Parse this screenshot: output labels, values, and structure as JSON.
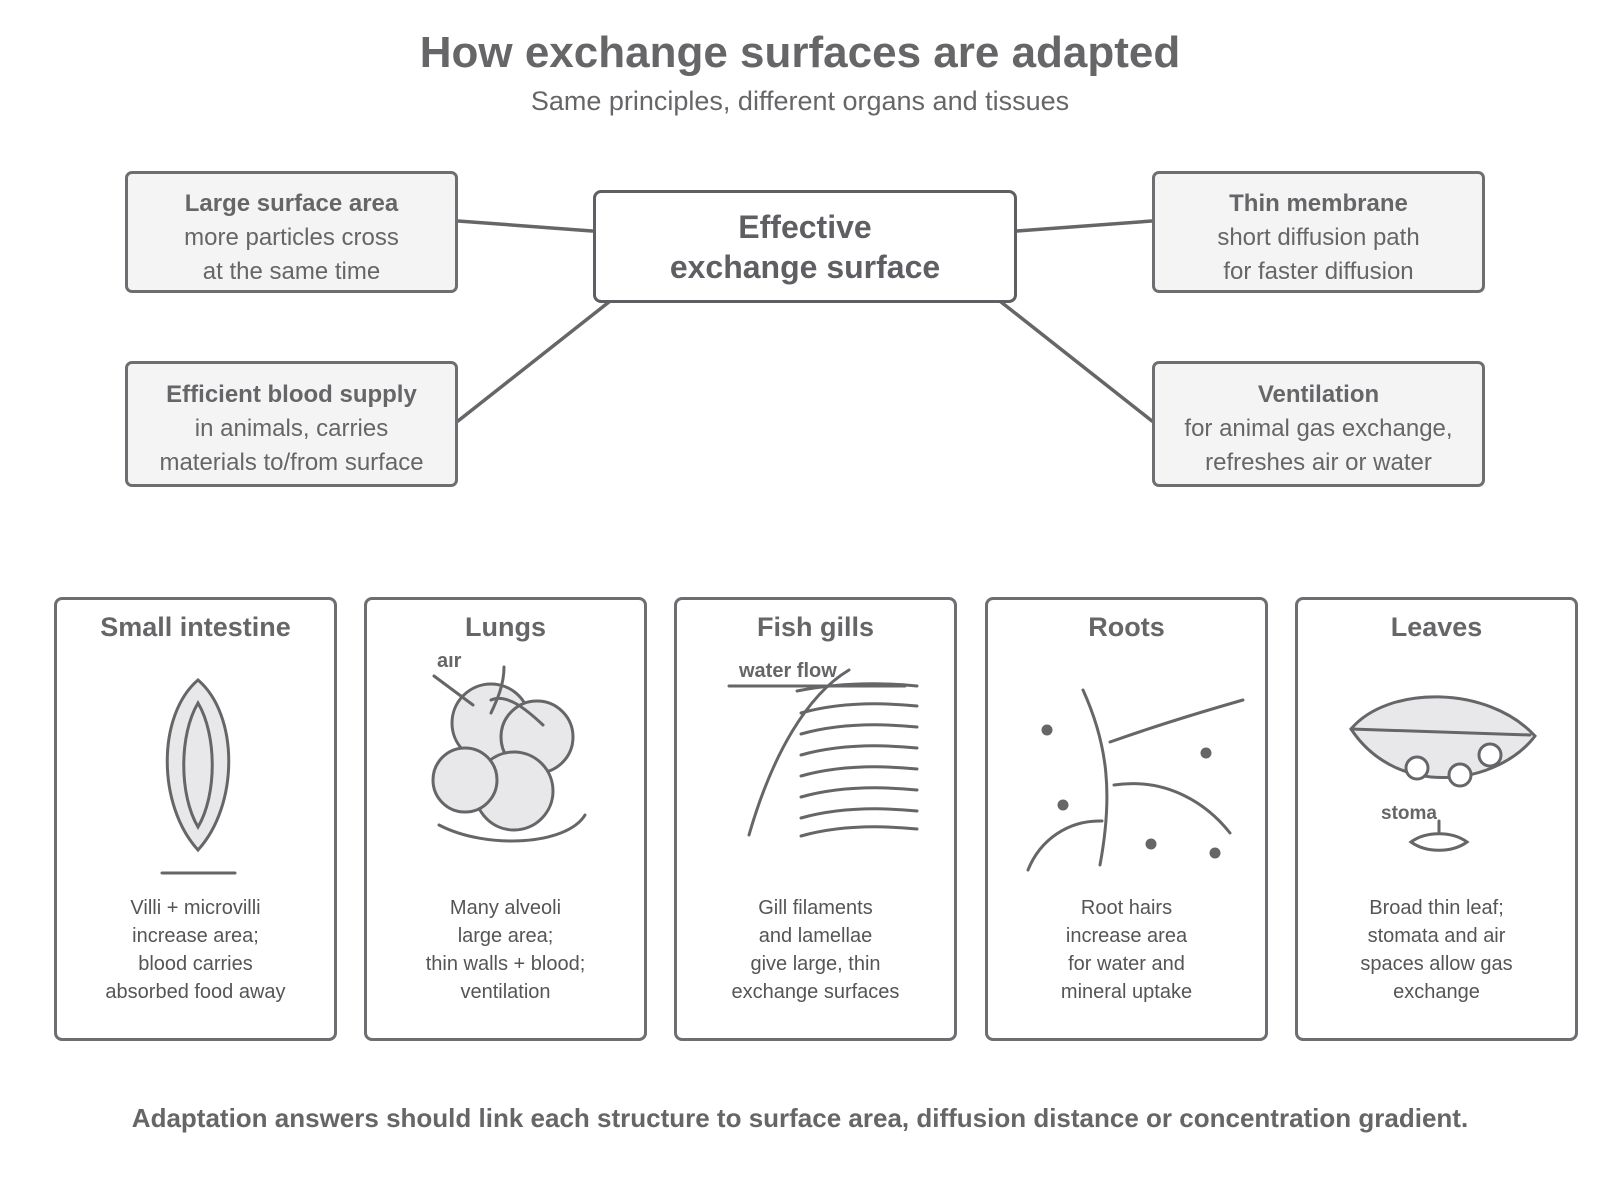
{
  "title": "How exchange surfaces are adapted",
  "subtitle": "Same principles, different organs and tissues",
  "center": {
    "line1": "Effective",
    "line2": "exchange surface"
  },
  "principles": [
    {
      "heading": "Large surface area",
      "line1": "more particles cross",
      "line2": "at the same time"
    },
    {
      "heading": "Thin membrane",
      "line1": "short diffusion path",
      "line2": "for faster diffusion"
    },
    {
      "heading": "Efficient blood supply",
      "line1": "in animals, carries",
      "line2": "materials to/from surface"
    },
    {
      "heading": "Ventilation",
      "line1": "for animal gas exchange,",
      "line2": "refreshes air or water"
    }
  ],
  "examples": [
    {
      "title": "Small intestine",
      "lines": [
        "Villi + microvilli",
        "increase area;",
        "blood carries",
        "absorbed food away"
      ]
    },
    {
      "title": "Lungs",
      "label": "air",
      "lines": [
        "Many alveoli",
        "large area;",
        "thin walls + blood;",
        "ventilation"
      ]
    },
    {
      "title": "Fish gills",
      "label": "water flow",
      "lines": [
        "Gill filaments",
        "and lamellae",
        "give large, thin",
        "exchange surfaces"
      ]
    },
    {
      "title": "Roots",
      "lines": [
        "Root hairs",
        "increase area",
        "for water and",
        "mineral uptake"
      ]
    },
    {
      "title": "Leaves",
      "label": "stoma",
      "lines": [
        "Broad thin leaf;",
        "stomata and air",
        "spaces allow gas",
        "exchange"
      ]
    }
  ],
  "footer": "Adaptation answers should link each structure to surface area, diffusion distance or concentration gradient."
}
